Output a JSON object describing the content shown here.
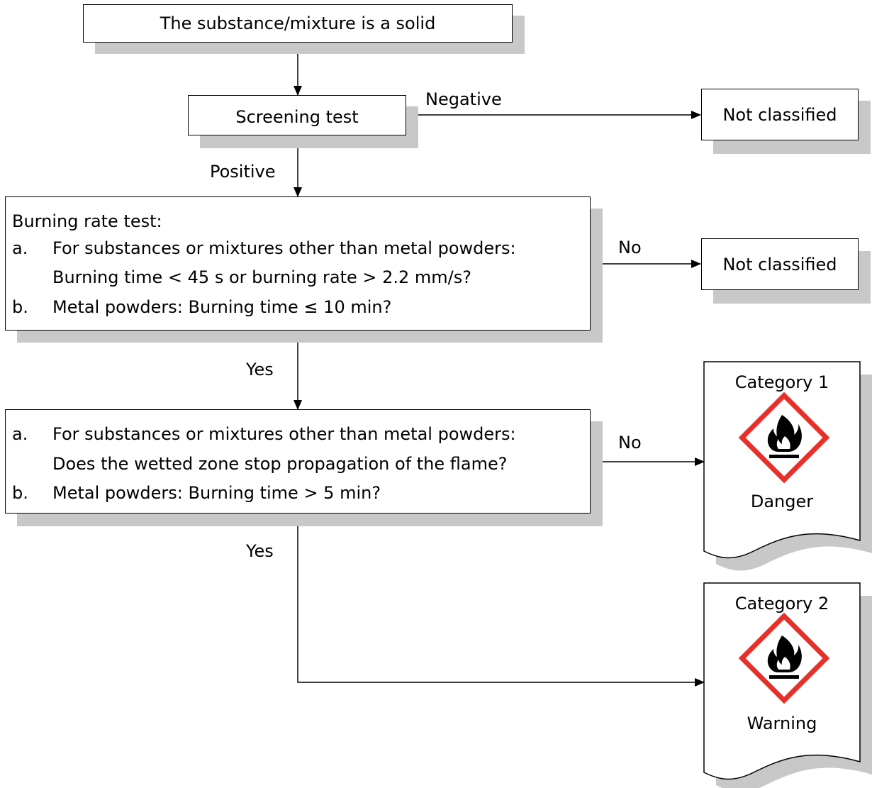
{
  "start": {
    "text": "The substance/mixture is a solid"
  },
  "screening": {
    "text": "Screening test"
  },
  "not_classified_1": {
    "text": "Not classified"
  },
  "not_classified_2": {
    "text": "Not classified"
  },
  "burning_rate": {
    "title": "Burning rate test:",
    "item_a_marker": "a.",
    "item_a_line1": "For substances or mixtures other than metal powders:",
    "item_a_line2": "Burning time < 45 s or burning rate > 2.2 mm/s?",
    "item_b_marker": "b.",
    "item_b_line1": "Metal powders: Burning time ≤ 10 min?"
  },
  "wetted_zone": {
    "item_a_marker": "a.",
    "item_a_line1": "For substances or mixtures other than metal powders:",
    "item_a_line2": "Does the wetted zone stop propagation of the flame?",
    "item_b_marker": "b.",
    "item_b_line1": "Metal powders: Burning time > 5 min?"
  },
  "edges": {
    "negative": "Negative",
    "positive": "Positive",
    "no_1": "No",
    "yes_1": "Yes",
    "no_2": "No",
    "yes_2": "Yes"
  },
  "category_1": {
    "title": "Category 1",
    "signal_word": "Danger",
    "pictogram": "flame-pictogram-icon"
  },
  "category_2": {
    "title": "Category 2",
    "signal_word": "Warning",
    "pictogram": "flame-pictogram-icon"
  },
  "colors": {
    "shadow": "#c8c8c8",
    "pictogram_border": "#e8302a",
    "line": "#000000"
  }
}
